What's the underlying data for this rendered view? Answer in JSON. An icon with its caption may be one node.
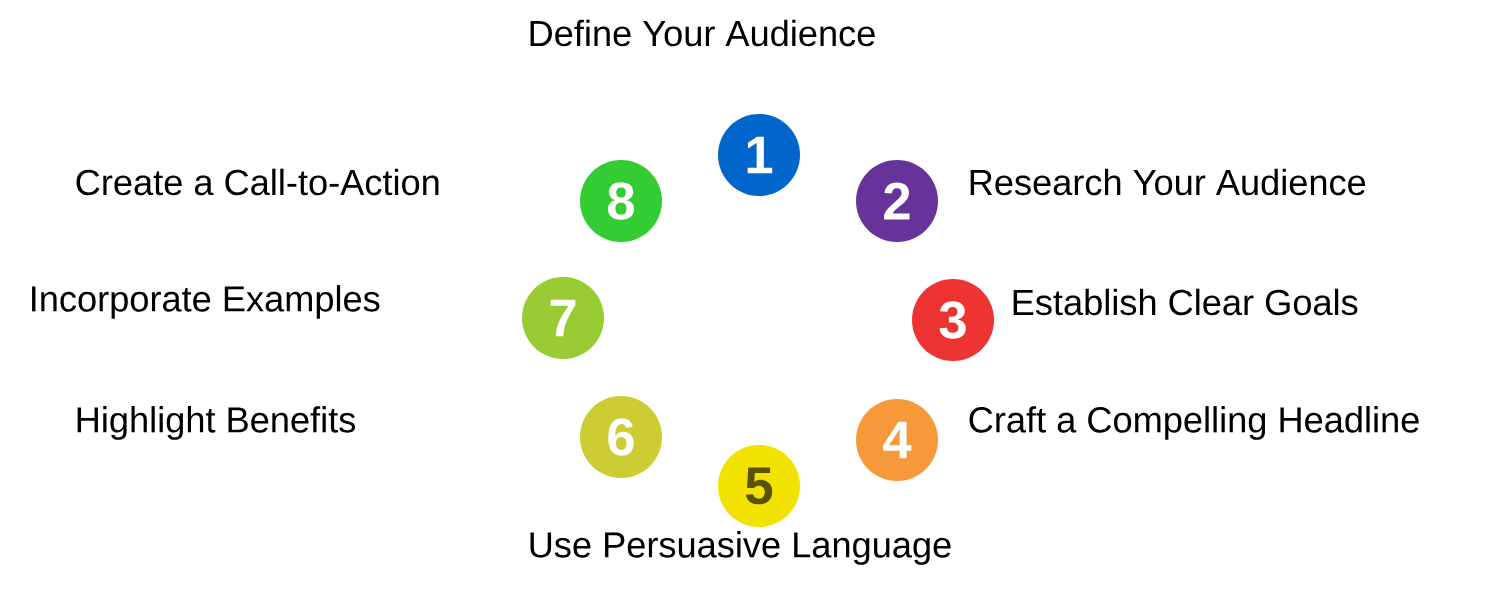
{
  "diagram": {
    "nodes": [
      {
        "text": [
          "1"
        ],
        "beside": [
          "Define Your Audience"
        ]
      },
      {
        "text": [
          "2"
        ],
        "beside": [
          "Research Your Audience"
        ]
      },
      {
        "text": [
          "3"
        ],
        "beside": [
          "Establish Clear Goals"
        ]
      },
      {
        "text": [
          "4"
        ],
        "beside": [
          "Craft a Compelling Headline"
        ]
      },
      {
        "text": [
          "5"
        ],
        "beside": [
          "Use Persuasive Language"
        ]
      },
      {
        "text": [
          "6"
        ]
      },
      {
        "text": [
          "7"
        ]
      },
      {
        "text": [
          "8"
        ]
      }
    ],
    "labels": [
      "Create a Call-to-Action",
      "Incorporate Examples",
      "Highlight Benefits"
    ]
  }
}
